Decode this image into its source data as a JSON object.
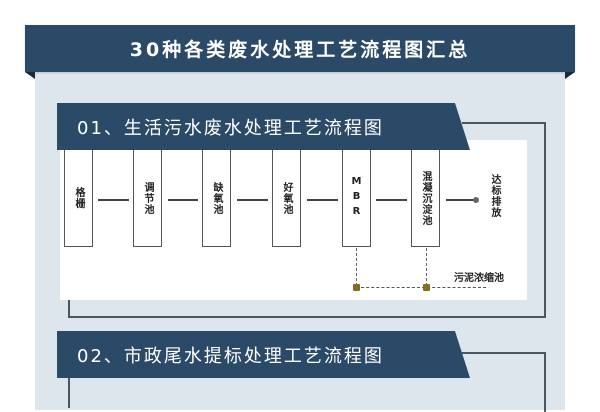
{
  "title": "30种各类废水处理工艺流程图汇总",
  "colors": {
    "banner": "#2b4a68",
    "panel": "#dde6ec",
    "sludge_node": "#8b6a24"
  },
  "sections": [
    {
      "header": "01、生活污水废水处理工艺流程图",
      "flow": {
        "nodes": [
          "格栅",
          "调节池",
          "缺氧池",
          "好氧池",
          "MBR",
          "混凝沉淀池"
        ],
        "outlet": "达标排放",
        "sludge_target": "污泥浓缩池",
        "sludge_sources": [
          "MBR",
          "混凝沉淀池"
        ]
      }
    },
    {
      "header": "02、市政尾水提标处理工艺流程图"
    }
  ]
}
